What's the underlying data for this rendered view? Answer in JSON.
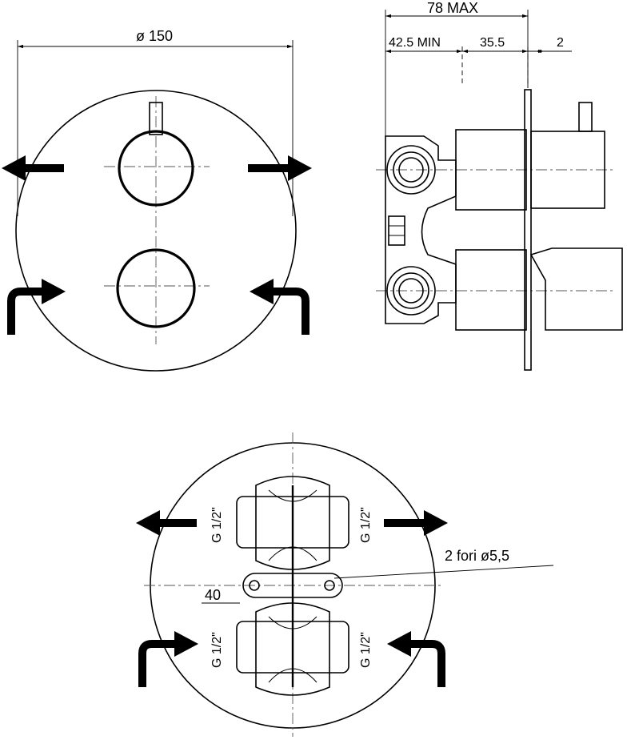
{
  "dimensions": {
    "diameter": "ø 150",
    "depth_max": "78 MAX",
    "body_min": "42.5 MIN",
    "body_len": "35.5",
    "plate": "2",
    "spacing": "40",
    "holes": "2  fori ø5,5"
  },
  "connections": {
    "top_left": "G 1/2\"",
    "top_right": "G 1/2\"",
    "bottom_left": "G 1/2\"",
    "bottom_right": "G 1/2\""
  }
}
